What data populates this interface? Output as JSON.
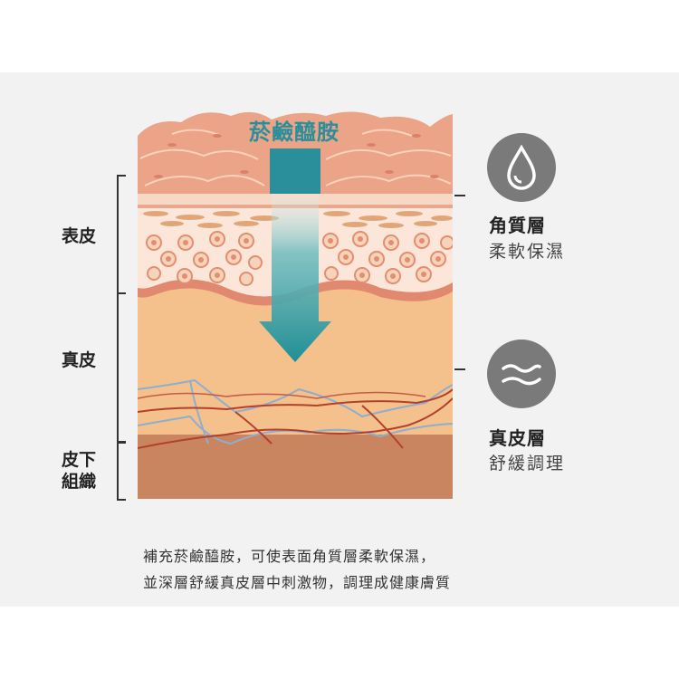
{
  "ingredient": "菸鹼醯胺",
  "layers": [
    {
      "label": "表皮"
    },
    {
      "label": "真皮"
    },
    {
      "label_lines": [
        "皮下",
        "組織"
      ]
    }
  ],
  "benefits": [
    {
      "icon": "water-drop-icon",
      "title": "角質層",
      "subtitle": "柔軟保濕"
    },
    {
      "icon": "soothing-wave-icon",
      "title": "真皮層",
      "subtitle": "舒緩調理"
    }
  ],
  "caption_lines": [
    "補充菸鹼醯胺，可使表面角質層柔軟保濕，",
    "並深層舒緩真皮層中刺激物，調理成健康膚質"
  ],
  "colors": {
    "panel_bg": "#f2f2f2",
    "arrow": "#1f8f96",
    "ingredient_text": "#2a8f9a",
    "icon_bg": "#7a7a7a",
    "skin_surface": "#e9967a",
    "dermis": "#f4c08c",
    "subcutis": "#c98560"
  }
}
